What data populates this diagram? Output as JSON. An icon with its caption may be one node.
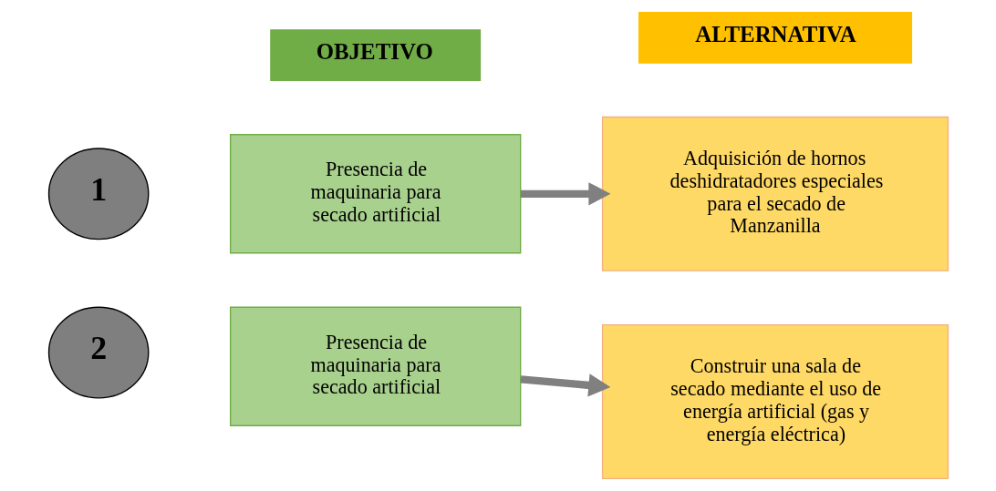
{
  "diagram": {
    "nodes": [
      {
        "text": [
          "OBJETIVO"
        ]
      },
      {
        "text": [
          "ALTERNATIVA"
        ]
      },
      {
        "text": [
          "1"
        ]
      },
      {
        "text": [
          "Presencia de maquinaria para secado artificial"
        ]
      },
      {
        "text": [
          "Adquisición de hornos deshidratadores especiales para el secado de Manzanilla"
        ]
      },
      {
        "text": [
          "2"
        ]
      },
      {
        "text": [
          "Presencia de maquinaria para secado artificial"
        ]
      },
      {
        "text": [
          "Construir una sala de secado mediante el uso de energía artificial (gas y energía eléctrica)"
        ]
      }
    ],
    "edges": [
      {
        "from": 3,
        "to": 4,
        "arrow": "to"
      },
      {
        "from": 6,
        "to": 7,
        "arrow": "to"
      }
    ]
  }
}
